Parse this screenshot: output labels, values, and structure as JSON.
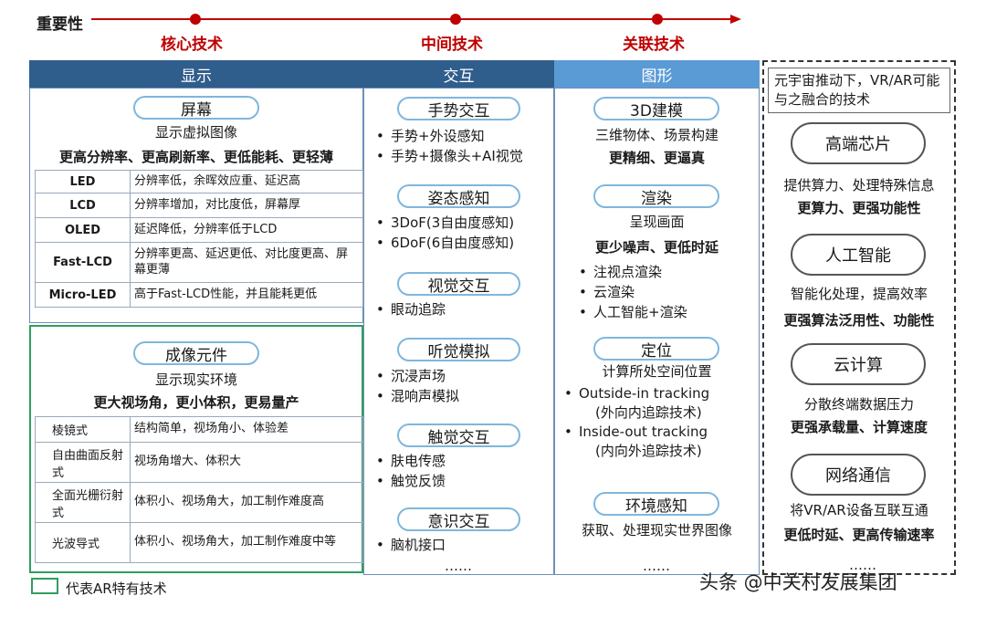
{
  "axis": {
    "label": "重要性",
    "tiers": [
      "核心技术",
      "中间技术",
      "关联技术"
    ]
  },
  "colors": {
    "core_head": "#2f5d8c",
    "graphics_head": "#5b9bd5",
    "axis_red": "#c00000",
    "ar_green": "#2e9e5e"
  },
  "columns": {
    "display": {
      "title": "显示",
      "screen": {
        "label": "屏幕",
        "desc": "显示虚拟图像",
        "goal": "更高分辨率、更高刷新率、更低能耗、更轻薄",
        "rows": [
          {
            "name": "LED",
            "desc": "分辨率低，余晖效应重、延迟高"
          },
          {
            "name": "LCD",
            "desc": "分辨率增加，对比度低，屏幕厚"
          },
          {
            "name": "OLED",
            "desc": "延迟降低，分辨率低于LCD"
          },
          {
            "name": "Fast-LCD",
            "desc": "分辨率更高、延迟更低、对比度更高、屏幕更薄"
          },
          {
            "name": "Micro-LED",
            "desc": "高于Fast-LCD性能，并且能耗更低"
          }
        ]
      },
      "optics": {
        "label": "成像元件",
        "desc": "显示现实环境",
        "goal": "更大视场角，更小体积，更易量产",
        "rows": [
          {
            "name": "棱镜式",
            "desc": "结构简单，视场角小、体验差"
          },
          {
            "name": "自由曲面反射式",
            "desc": "视场角增大、体积大"
          },
          {
            "name": "全面光栅衍射式",
            "desc": "体积小、视场角大，加工制作难度高"
          },
          {
            "name": "光波导式",
            "desc": "体积小、视场角大，加工制作难度中等"
          }
        ]
      }
    },
    "interaction": {
      "title": "交互",
      "groups": [
        {
          "label": "手势交互",
          "items": [
            "手势+外设感知",
            "手势+摄像头+AI视觉"
          ]
        },
        {
          "label": "姿态感知",
          "items": [
            "3DoF(3自由度感知)",
            "6DoF(6自由度感知)"
          ]
        },
        {
          "label": "视觉交互",
          "items": [
            "眼动追踪"
          ]
        },
        {
          "label": "听觉模拟",
          "items": [
            "沉浸声场",
            "混响声模拟"
          ]
        },
        {
          "label": "触觉交互",
          "items": [
            "肤电传感",
            "触觉反馈"
          ]
        },
        {
          "label": "意识交互",
          "items": [
            "脑机接口"
          ]
        }
      ],
      "ellipsis": "……"
    },
    "graphics": {
      "title": "图形",
      "modeling": {
        "label": "3D建模",
        "desc": "三维物体、场景构建",
        "goal": "更精细、更逼真"
      },
      "rendering": {
        "label": "渲染",
        "desc": "呈现画面",
        "goal": "更少噪声、更低时延",
        "items": [
          "注视点渲染",
          "云渲染",
          "人工智能+渲染"
        ]
      },
      "positioning": {
        "label": "定位",
        "desc": "计算所处空间位置",
        "items": [
          "Outside-in tracking",
          "Inside-out tracking"
        ],
        "subs": [
          "(外向内追踪技术)",
          "(内向外追踪技术)"
        ]
      },
      "environment": {
        "label": "环境感知",
        "desc": "获取、处理现实世界图像"
      },
      "ellipsis": "……"
    },
    "related": {
      "note": "元宇宙推动下，VR/AR可能与之融合的技术",
      "items": [
        {
          "label": "高端芯片",
          "desc": "提供算力、处理特殊信息",
          "goal": "更算力、更强功能性"
        },
        {
          "label": "人工智能",
          "desc": "智能化处理，提高效率",
          "goal": "更强算法泛用性、功能性"
        },
        {
          "label": "云计算",
          "desc": "分散终端数据压力",
          "goal": "更强承载量、计算速度"
        },
        {
          "label": "网络通信",
          "desc": "将VR/AR设备互联互通",
          "goal": "更低时延、更高传输速率"
        }
      ],
      "ellipsis": "……"
    }
  },
  "legend": "代表AR特有技术",
  "footer": "头条 @中关村发展集团"
}
